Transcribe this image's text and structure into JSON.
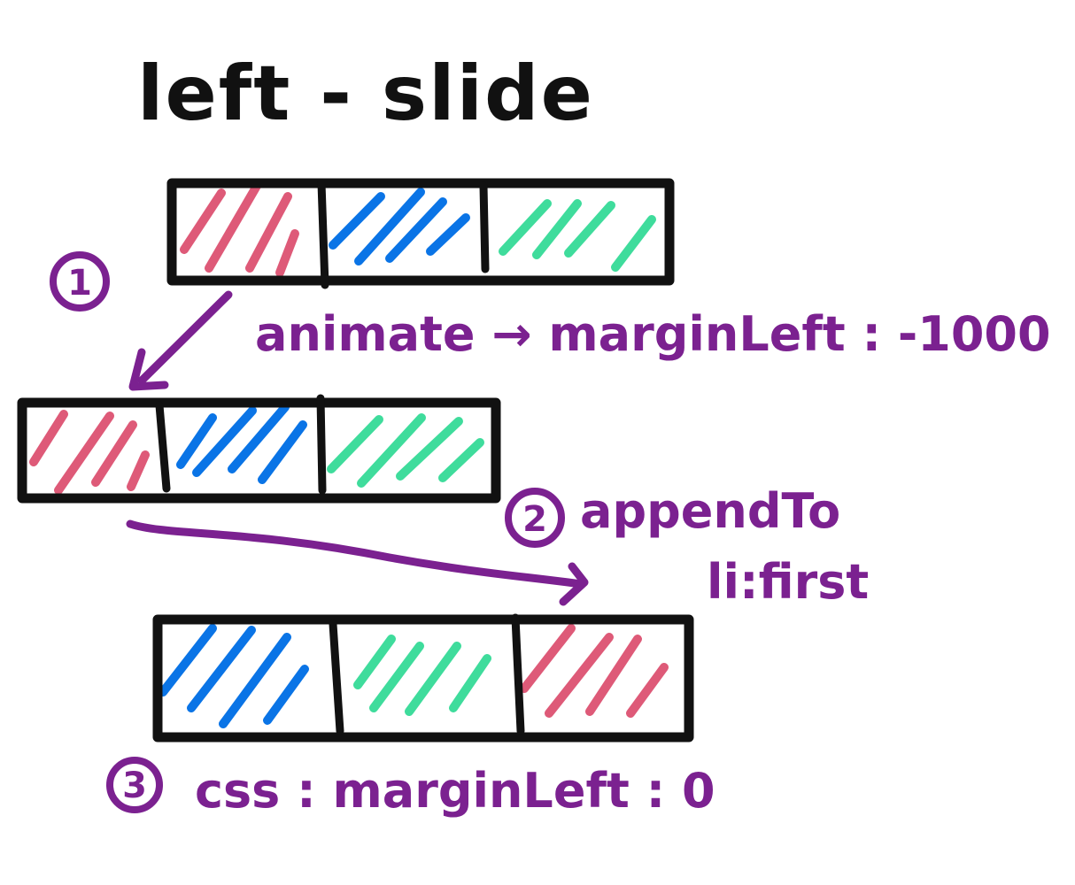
{
  "diagram": {
    "title": "left - slide",
    "colors": {
      "slide_red": "#de5a78",
      "slide_blue": "#0a74e6",
      "slide_green": "#3fdc9c",
      "annotation": "#7b2190",
      "outline": "#111111"
    },
    "steps": [
      {
        "badge": "1",
        "label": "animate → marginLeft : -1000"
      },
      {
        "badge": "2",
        "label": "appendTo",
        "label_line2": "li:first"
      },
      {
        "badge": "3",
        "label": "css : marginLeft : 0"
      }
    ],
    "strips": [
      {
        "name": "initial",
        "cells": [
          "red",
          "blue",
          "green"
        ]
      },
      {
        "name": "shifted",
        "cells": [
          "red",
          "blue",
          "green"
        ]
      },
      {
        "name": "reordered",
        "cells": [
          "blue",
          "green",
          "red"
        ]
      }
    ]
  }
}
